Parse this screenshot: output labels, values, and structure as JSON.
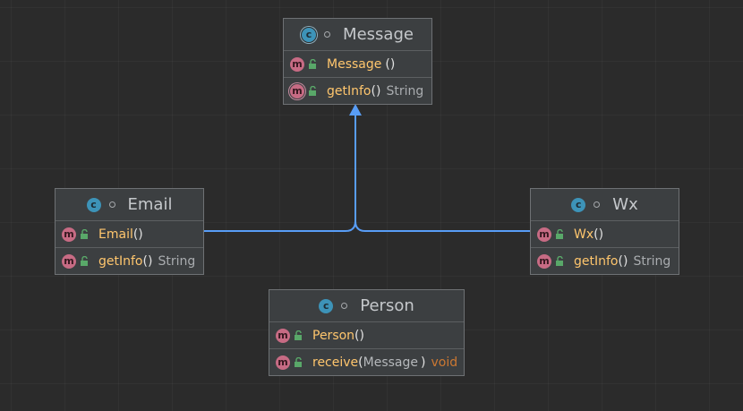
{
  "colors": {
    "inheritance_arrow": "#589df6",
    "class_icon": "#3d93b8",
    "method_icon": "#c76b84"
  },
  "classes": {
    "message": {
      "name": "Message",
      "icon": "abstract-class-icon",
      "members": [
        {
          "icon": "method-icon",
          "name": "Message",
          "sig": "()",
          "returns": ""
        },
        {
          "icon": "abstract-method-icon",
          "name": "getInfo",
          "sig": "()",
          "returns": "String"
        }
      ]
    },
    "email": {
      "name": "Email",
      "icon": "class-icon",
      "members": [
        {
          "icon": "method-icon",
          "name": "Email",
          "sig": "()",
          "returns": ""
        },
        {
          "icon": "method-icon",
          "name": "getInfo",
          "sig": "()",
          "returns": "String"
        }
      ]
    },
    "wx": {
      "name": "Wx",
      "icon": "class-icon",
      "members": [
        {
          "icon": "method-icon",
          "name": "Wx",
          "sig": "()",
          "returns": ""
        },
        {
          "icon": "method-icon",
          "name": "getInfo",
          "sig": "()",
          "returns": "String"
        }
      ]
    },
    "person": {
      "name": "Person",
      "icon": "class-icon",
      "members": [
        {
          "icon": "method-icon",
          "name": "Person",
          "sig": "()",
          "returns": ""
        },
        {
          "icon": "method-icon",
          "name": "receive",
          "sig_open": "(",
          "param_type": "Message",
          "sig_close": ")",
          "returns": "void"
        }
      ]
    }
  },
  "relations": [
    {
      "type": "inheritance",
      "from": "Email",
      "to": "Message"
    },
    {
      "type": "inheritance",
      "from": "Wx",
      "to": "Message"
    }
  ]
}
